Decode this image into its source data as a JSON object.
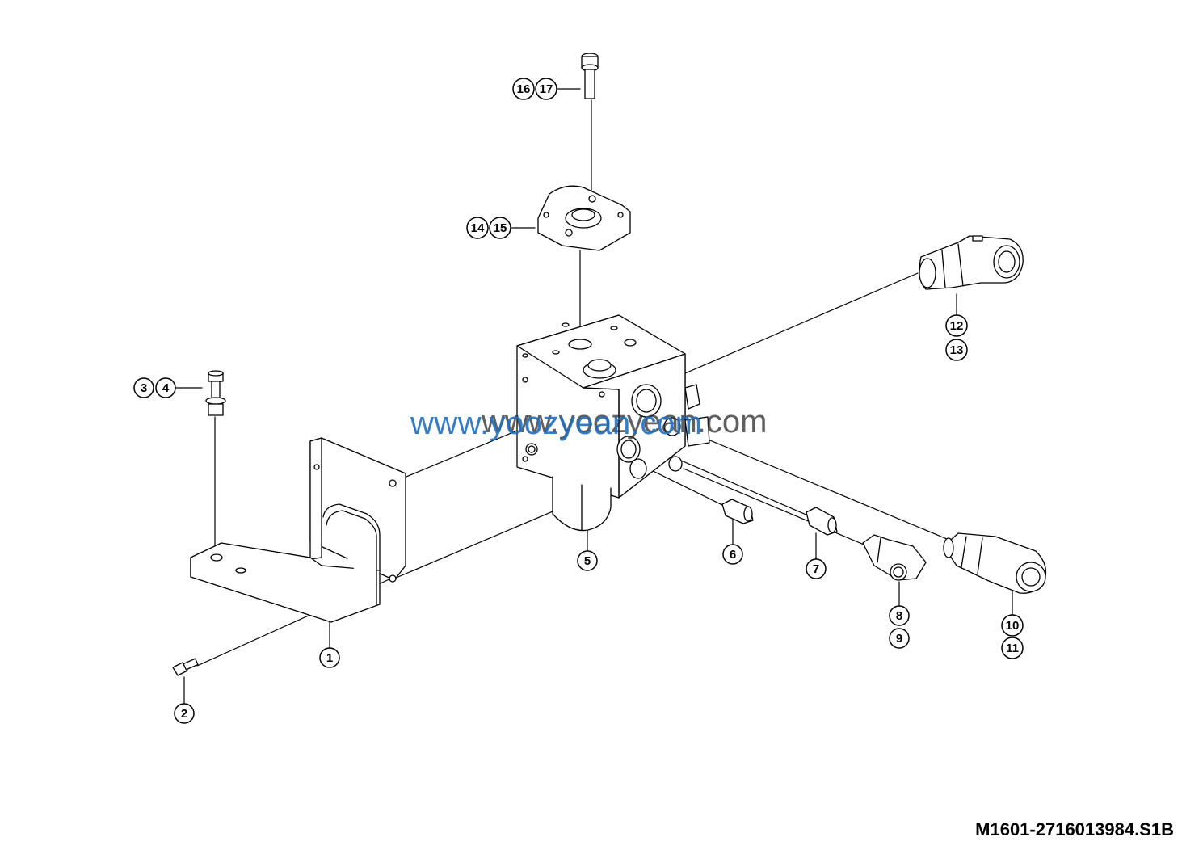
{
  "callouts": {
    "c1": "1",
    "c2": "2",
    "c3": "3",
    "c4": "4",
    "c5": "5",
    "c6": "6",
    "c7": "7",
    "c8": "8",
    "c9": "9",
    "c10": "10",
    "c11": "11",
    "c12": "12",
    "c13": "13",
    "c14": "14",
    "c15": "15",
    "c16": "16",
    "c17": "17"
  },
  "watermark": {
    "primary": "www.yoozyean.com",
    "secondary": "www.yoozyean.com"
  },
  "drawing_code": "M1601-2716013984.S1B",
  "colors": {
    "watermark": "#1f6fc0",
    "line": "#000000"
  }
}
